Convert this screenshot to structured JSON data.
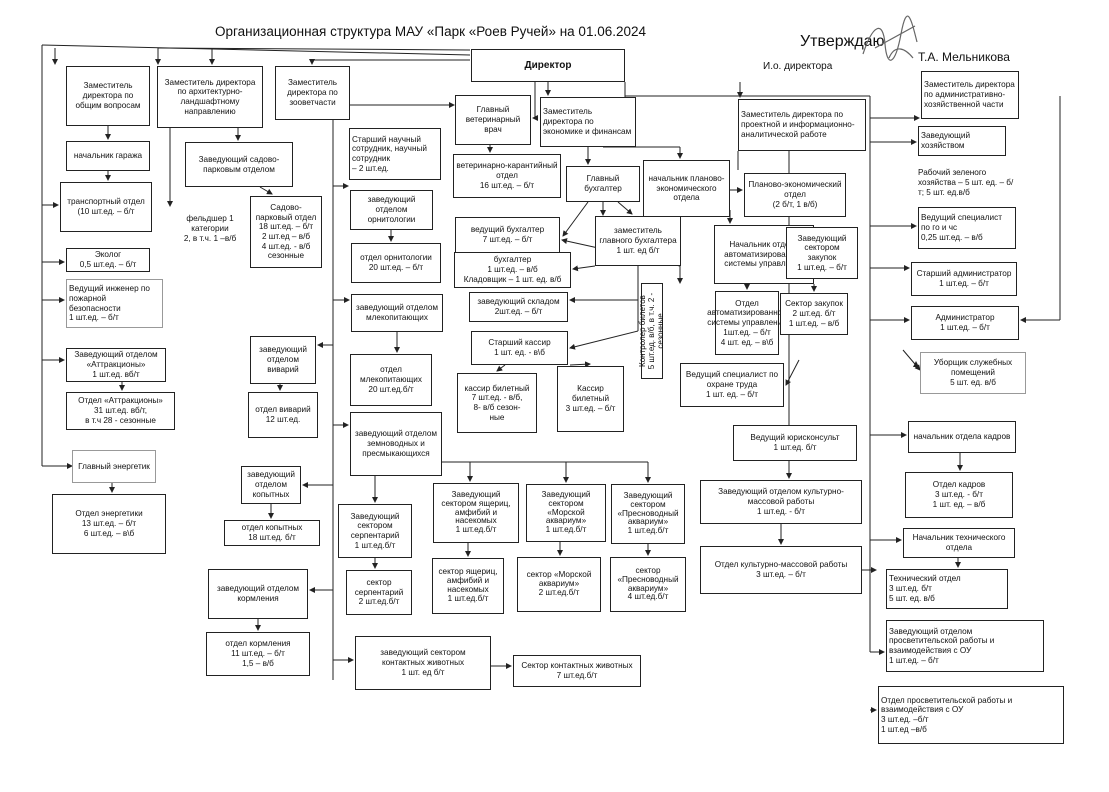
{
  "header": {
    "title": "Организационная структура МАУ «Парк «Роев Ручей» на  01.06.2024",
    "approve": "Утверждаю",
    "approver_name": "Т.А. Мельникова",
    "approver_post": "И.о. директора"
  },
  "colors": {
    "line": "#222222",
    "text": "#111111",
    "signature": "#666666"
  },
  "units": {
    "director": "Директор",
    "dep_general": "Заместитель директора по общим вопросам",
    "garage_head": "начальник гаража",
    "transport": "транспортный отдел\n(10 шт.ед. – б/т",
    "ecologist": "Эколог\n0,5 шт.ед. – б/т",
    "fire_engineer": "Ведущий инженер по пожарной безопасности\n1 шт.ед. – б/т",
    "attr_head": "Заведующий отделом «Аттракционы»\n1 шт.ед. вб/т",
    "attr_dept": "Отдел «Аттракционы»\n31 шт.ед. вб/т,\nв т.ч 28 - сезонные",
    "chief_energy": "Главный энергетик",
    "energy_dept": "Отдел энергетики\n13 шт.ед. – б/т\n6 шт.ед. – в\\б",
    "dep_arch": "Заместитель директора по архитектурно-ландшафтному направлению",
    "paramedic": "фельдшер 1 категории\n2, в т.ч. 1 –в/б",
    "garden_head": "Заведующий садово-парковым отделом",
    "garden_dept": "Садово-парковый отдел\n18 шт.ед. – б/т\n2 шт.ед – в/б\n4 шт.ед. - в/б сезонные",
    "vivarium_head": "заведующий отделом виварий",
    "vivarium_dept": "отдел виварий\n12 шт.ед.",
    "hoofed_head": "заведующий отделом копытных",
    "hoofed_dept": "отдел копытных\n18 шт.ед. б/т",
    "feeding_head": "заведующий отделом кормления",
    "feeding_dept": "отдел кормления\n11  шт.ед. – б/т\n1,5 – в/б",
    "dep_zoo": "Заместитель директора по зооветчасти",
    "senior_research": "Старший научный сотрудник, научный сотрудник\n– 2 шт.ед.",
    "ornith_head": "заведующий отделом орнитологии",
    "ornith_dept": "отдел орнитологии\n20 шт.ед. – б/т",
    "mammals_head": "заведующий отделом млекопитающих",
    "mammals_dept": "отдел млекопитающих\n20 шт.ед.б/т",
    "reptile_head": "заведующий отделом земноводных и пресмыкающихся",
    "serpent_head": "Заведующий сектором серпентарий\n1 шт.ед.б/т",
    "serpent_sector": "сектор серпентарий\n2 шт.ед.б/т",
    "lizards_head": "Заведующий сектором ящериц, амфибий и насекомых\n1 шт.ед.б/т",
    "lizards_sector": "сектор ящериц, амфибий и насекомых\n1 шт.ед.б/т",
    "sea_head": "Заведующий сектором «Морской аквариум»\n1 шт.ед.б/т",
    "sea_sector": "сектор «Морской аквариум»\n2 шт.ед.б/т",
    "fresh_head": "Заведующий сектором «Пресноводный аквариум»\n1 шт.ед.б/т",
    "fresh_sector": "сектор «Пресноводный аквариум»\n4 шт.ед.б/т",
    "contact_head": "заведующий сектором контактных животных\n1 шт. ед б/т",
    "contact_sector": "Сектор контактных животных\n7 шт.ед.б/т",
    "chief_vet": "Главный ветеринарный врач",
    "vet_dept": "ветеринарно-карантийный отдел\n16 шт.ед. – б/т",
    "dep_econ": "Заместитель директора по экономике и финансам",
    "chief_accountant": "Главный бухгалтер",
    "lead_accountant": "ведущий бухгалтер\n7 шт.ед. – б/т",
    "deputy_chief_accountant": "заместитель главного бухгалтера\n1 шт. ед б/т",
    "accountant": "бухгалтер\n1 шт.ед. – в/б\nКладовщик – 1 шт. ед. в/б",
    "warehouse_head": "заведующий складом\n2шт.ед. – б/т",
    "ticket_controller": "Контролер билетов\n5 шт.ед. в/б, в т.ч. 2 - сезонные",
    "senior_cashier": "Старший кассир\n1 шт. ед. - в\\б",
    "ticket_cashier": "кассир билетный\n7 шт.ед. - в/б,\n8- в/б сезон-\nные",
    "cashier": "Кассир билетный\n3 шт.ед. – б/т",
    "plan_head": "начальник планово-экономического отдела",
    "plan_dept": "Планово-экономический отдел\n(2 б/т, 1 в/б)",
    "acs_head": "Начальник отдела автоматизированной системы управления",
    "acs_dept": "Отдел автоматизированной системы управления\n1шт.ед. – б/т\n4 шт. ед. – в\\б",
    "procure_head": "Заведующий сектором закупок\n1 шт.ед. – б/т",
    "procure_sector": "Сектор закупок\n2 шт.ед. б/т\n1 шт.ед. – в/б",
    "labor_safety": "Ведущий специалист по охране труда\n1 шт. ед. – б/т",
    "dep_project": "Заместитель директора по проектной и информационно-аналитической работе",
    "lawyer": "Ведущий юрисконсульт\n1 шт.ед. б/т",
    "culture_head": "Заведующий отделом культурно-массовой работы\n1 шт.ед. - б/т",
    "culture_dept": "Отдел культурно-массовой работы\n3 шт.ед. – б/т",
    "dep_admin": "Заместитель директора по административно-хозяйственной части",
    "housekeeping_head": "Заведующий хозяйством",
    "green_worker": "Рабочий зеленого хозяйства – 5 шт. ед. – б/т; 5 шт. ед.в/б",
    "civil_defense": "Ведущий специалист по го и чс\n0,25 шт.ед. – в/б",
    "senior_admin": "Старший администратор\n1 шт.ед. – б/т",
    "admin": "Администратор\n1 шт.ед. – б/т",
    "cleaners": "Уборщик служебных помещений\n5 шт. ед. в/б",
    "hr_head": "начальник отдела кадров",
    "hr_dept": "Отдел кадров\n3 шт.ед. - б/т\n1 шт. ед. – в/б",
    "tech_head": "Начальник технического отдела",
    "tech_dept": "Технический отдел\n3 шт.ед. б/т\n5 шт. ед. в/б",
    "edu_head": "Заведующий отделом просветительской работы и взаимодействия с ОУ\n1 шт.ед. – б/т",
    "edu_dept": "Отдел просветительской работы и взаимодействия с ОУ\n3 шт.ед. –б/т\n1 шт.ед –в/б"
  }
}
